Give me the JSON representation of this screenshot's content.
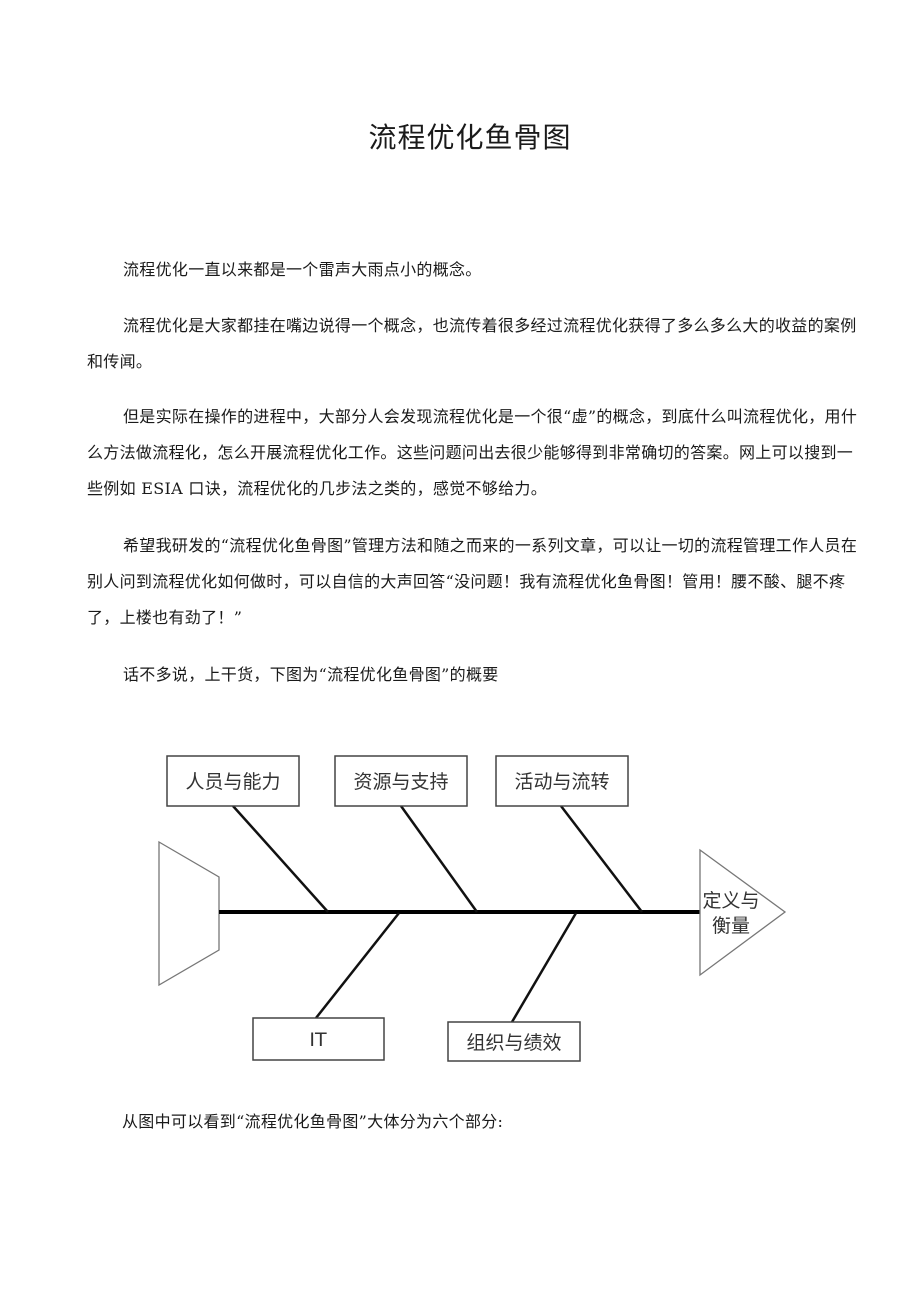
{
  "document": {
    "title": "流程优化鱼骨图",
    "paragraphs": [
      "流程优化一直以来都是一个雷声大雨点小的概念。",
      "流程优化是大家都挂在嘴边说得一个概念，也流传着很多经过流程优化获得了多么多么大的收益的案例和传闻。",
      "但是实际在操作的进程中，大部分人会发现流程优化是一个很“虚”的概念，到底什么叫流程优化，用什么方法做流程化，怎么开展流程优化工作。这些问题问出去很少能够得到非常确切的答案。网上可以搜到一些例如 ESIA 口诀，流程优化的几步法之类的，感觉不够给力。",
      "希望我研发的“流程优化鱼骨图”管理方法和随之而来的一系列文章，可以让一切的流程管理工作人员在别人问到流程优化如何做时，可以自信的大声回答“没问题！我有流程优化鱼骨图！管用！腰不酸、腿不疼了，上楼也有劲了！”",
      "话不多说，上干货，下图为“流程优化鱼骨图”的概要",
      "从图中可以看到“流程优化鱼骨图”大体分为六个部分:"
    ]
  },
  "diagram": {
    "type": "fishbone",
    "head_label_line1": "定义与",
    "head_label_line2": "衡量",
    "top_causes": [
      "人员与能力",
      "资源与支持",
      "活动与流转"
    ],
    "bottom_causes": [
      "IT",
      "组织与绩效"
    ],
    "colors": {
      "spine": "#000000",
      "box_border": "#444444",
      "shape_border": "#777777"
    }
  }
}
